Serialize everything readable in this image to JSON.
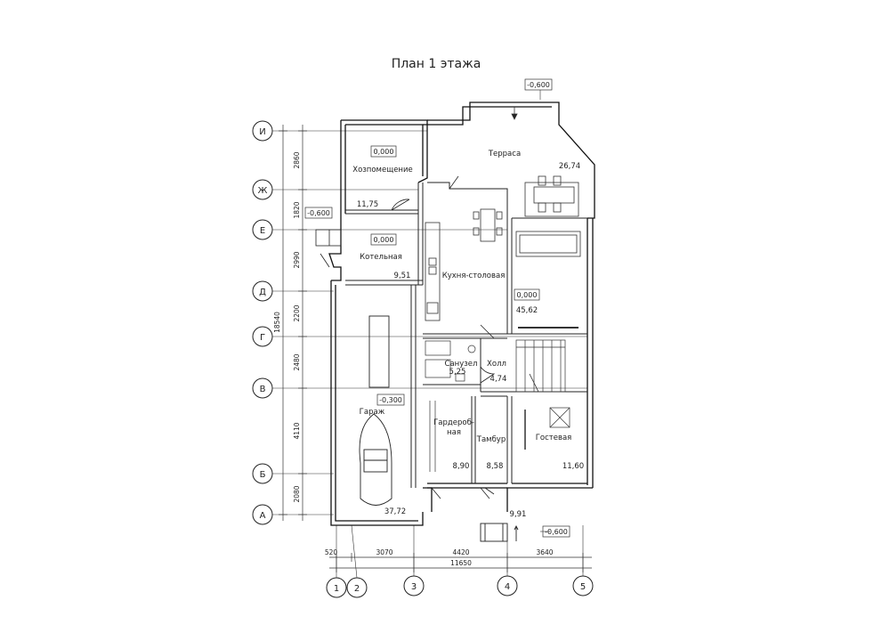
{
  "title": "План 1 этажа",
  "axes": {
    "rows": [
      "И",
      "Ж",
      "Е",
      "Д",
      "Г",
      "В",
      "Б",
      "А"
    ],
    "cols": [
      "1",
      "2",
      "3",
      "4",
      "5"
    ]
  },
  "dims_vertical": {
    "segments": [
      "2860",
      "1820",
      "2990",
      "2200",
      "2480",
      "4110",
      "2080"
    ],
    "total": "18540"
  },
  "dims_horizontal": {
    "segments": [
      "520",
      "3070",
      "4420",
      "3640"
    ],
    "total": "11650"
  },
  "levels": {
    "terrace": "-0,600",
    "left_entry": "-0,600",
    "storage": "0,000",
    "boiler": "0,000",
    "kitchen": "0,000",
    "garage": "-0,300",
    "entry": "-0,600"
  },
  "rooms": {
    "terrace": {
      "name": "Терраса",
      "area": "26,74"
    },
    "storage": {
      "name": "Хозпомещение",
      "area": "11,75"
    },
    "boiler": {
      "name": "Котельная",
      "area": "9,51"
    },
    "kitchen": {
      "name": "Кухня-столовая",
      "area": "45,62"
    },
    "bathroom": {
      "name": "Санузел",
      "area": "5,25"
    },
    "hall": {
      "name": "Холл",
      "area": "4,74"
    },
    "wardrobe": {
      "name_line1": "Гардероб-",
      "name_line2": "ная",
      "area": "8,90"
    },
    "vestibule": {
      "name": "Тамбур",
      "area": "8,58"
    },
    "guest": {
      "name": "Гостевая",
      "area": "11,60"
    },
    "garage": {
      "name": "Гараж",
      "area": "37,72"
    },
    "porch": {
      "area": "9,91"
    }
  }
}
